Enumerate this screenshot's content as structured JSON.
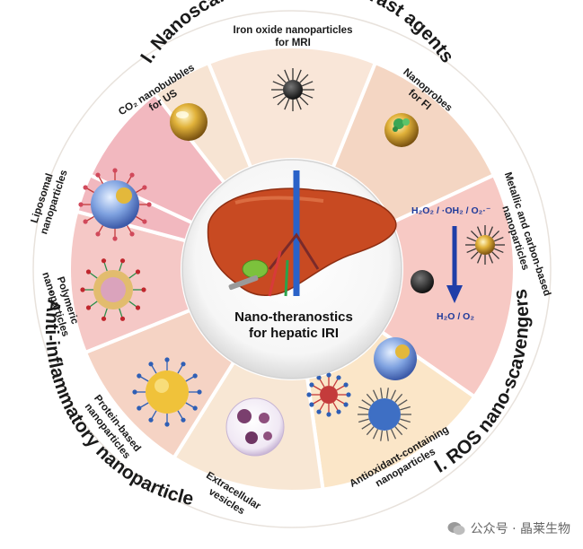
{
  "center_title": [
    "Nano-theranostics",
    "for hepatic IRI"
  ],
  "groups": {
    "g1": "I. Nanoscale probes or contrast agents",
    "g2": "II. ROS nano-scavengers",
    "g3": "III. Anti-inflammatory nanoparticles"
  },
  "segments": {
    "co2": [
      "CO₂ nanobubbles",
      "for US"
    ],
    "iron": [
      "Iron oxide nanoparticles",
      "for MRI"
    ],
    "probes": [
      "Nanoprobes",
      "for FI"
    ],
    "metallic": [
      "Metallic and carbon-based",
      "nanoparticles"
    ],
    "antioxidant": [
      "Antioxidant-containing",
      "nanoparticles"
    ],
    "ev": [
      "Extracellular",
      "vesicles"
    ],
    "protein": [
      "Protein-based",
      "nanoparticles"
    ],
    "polymeric": [
      "Polymeric",
      "nanoparticles"
    ],
    "liposomal": [
      "Liposomal",
      "nanoparticles"
    ]
  },
  "ros_reaction": {
    "reactants": "H₂O₂ / ·OH₂ / O₂·⁻",
    "products": "H₂O / O₂"
  },
  "watermark": "公众号 · 晶莱生物",
  "colors": {
    "group1_title": "#8b1a1a",
    "group2_title": "#2e2f86",
    "group3_title": "#7a2a8a",
    "probes_band": "#f4d6c3",
    "ros_band": "#f7c9c4",
    "anti_band": "#f2b8bf",
    "ev_band": "#f8e7d4",
    "liver": "#c84a22"
  }
}
